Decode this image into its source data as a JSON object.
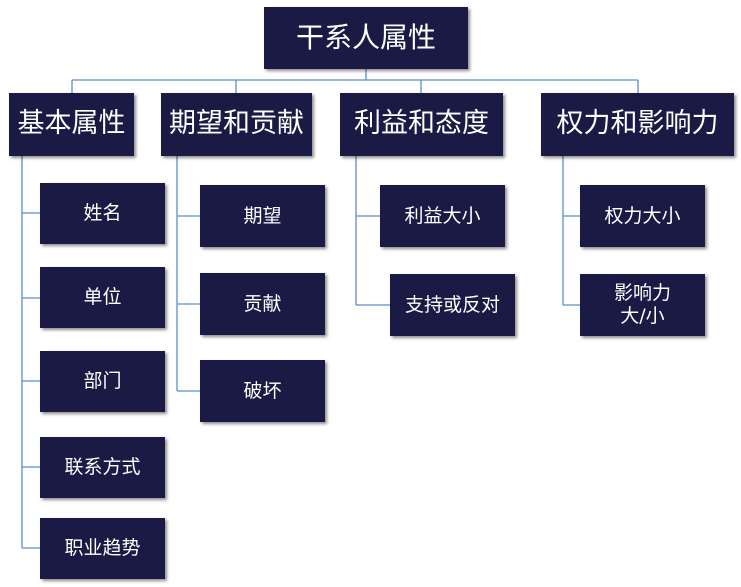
{
  "diagram": {
    "root": {
      "label": "干系人属性"
    },
    "categories": [
      {
        "label": "基本属性",
        "items": [
          "姓名",
          "单位",
          "部门",
          "联系方式",
          "职业趋势"
        ]
      },
      {
        "label": "期望和贡献",
        "items": [
          "期望",
          "贡献",
          "破坏"
        ]
      },
      {
        "label": "利益和态度",
        "items": [
          "利益大小",
          "支持或反对"
        ]
      },
      {
        "label": "权力和影响力",
        "items": [
          "权力大小",
          "影响力\n大/小"
        ]
      }
    ]
  },
  "colors": {
    "box_fill": "#1a1a45",
    "box_text": "#ffffff",
    "connector": "#5b8fc9"
  }
}
